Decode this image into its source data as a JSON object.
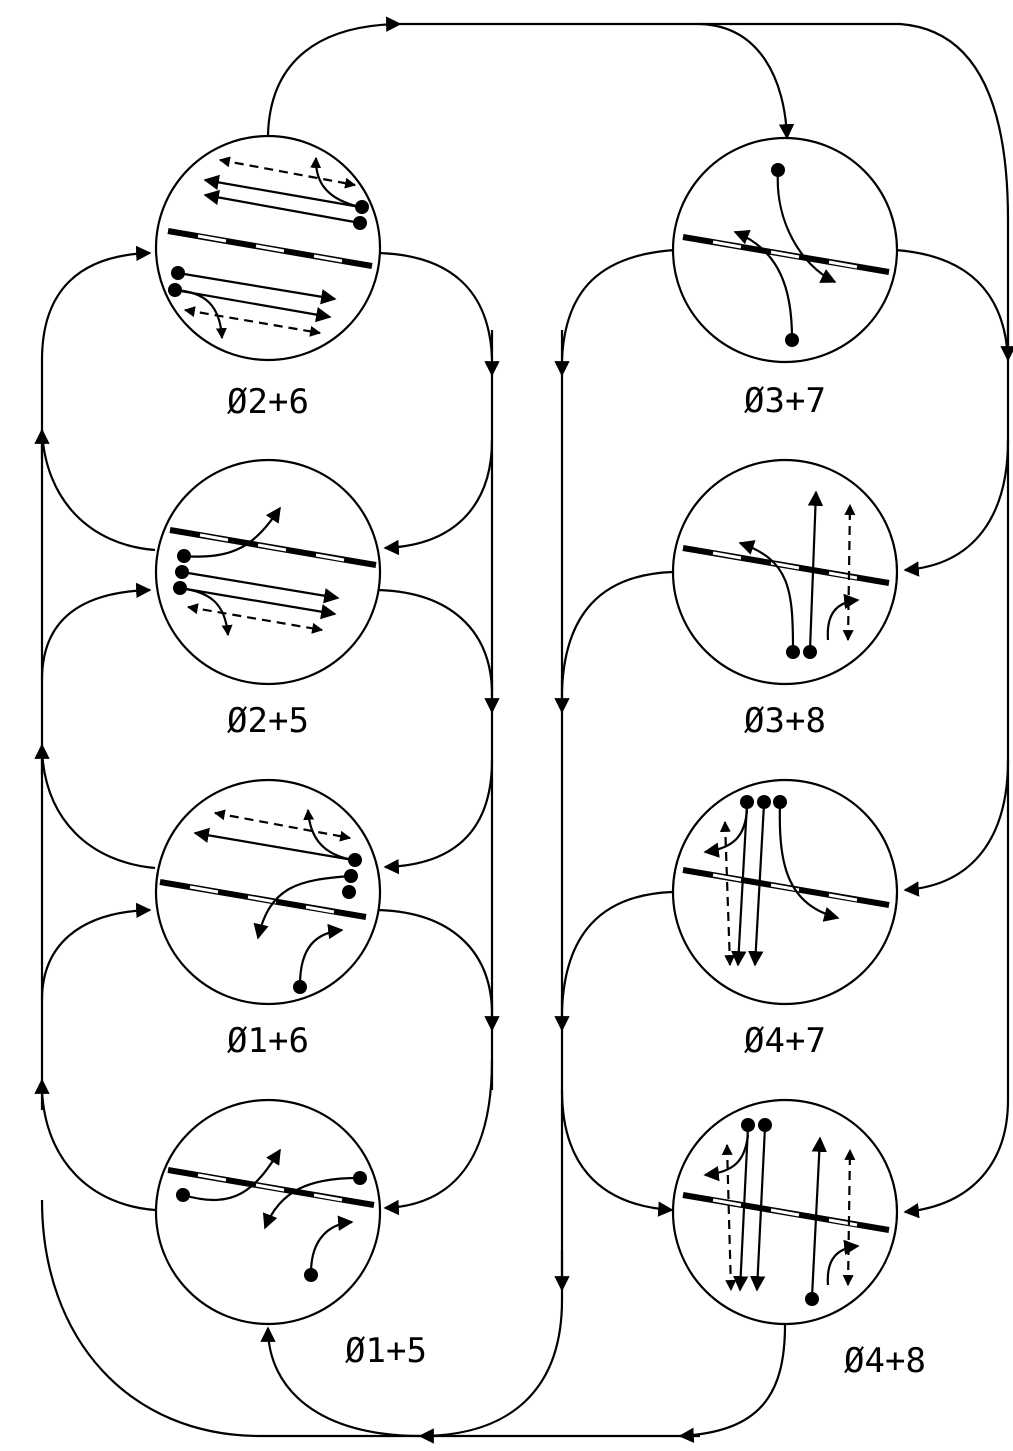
{
  "diagram": {
    "colors": {
      "line": "#000000",
      "background": "#ffffff"
    },
    "ring_a": {
      "phases": [
        {
          "id": "p26",
          "label": "Ø2+6"
        },
        {
          "id": "p25",
          "label": "Ø2+5"
        },
        {
          "id": "p16",
          "label": "Ø1+6"
        },
        {
          "id": "p15",
          "label": "Ø1+5"
        }
      ]
    },
    "ring_b": {
      "phases": [
        {
          "id": "p37",
          "label": "Ø3+7"
        },
        {
          "id": "p38",
          "label": "Ø3+8"
        },
        {
          "id": "p47",
          "label": "Ø4+7"
        },
        {
          "id": "p48",
          "label": "Ø4+8"
        }
      ]
    },
    "legend": {
      "vehicle_movement": "solid-arrow",
      "pedestrian_movement": "dashed-arrow",
      "movement_origin": "filled-dot",
      "median_line": "dashed-bar"
    }
  }
}
